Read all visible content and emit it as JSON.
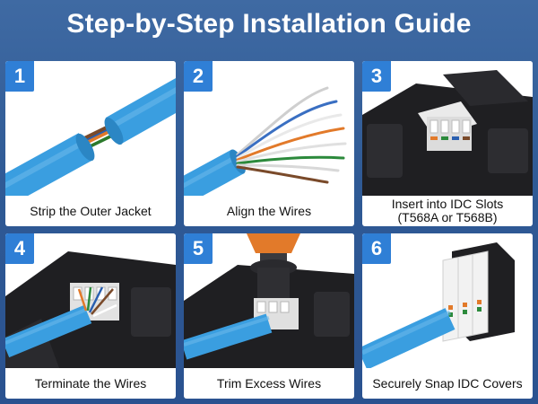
{
  "title": "Step-by-Step Installation Guide",
  "colors": {
    "background": "#2f5a95",
    "badge": "#2f7fd6",
    "cable": "#3a9ee0"
  },
  "steps": [
    {
      "number": "1",
      "caption": "Strip the Outer Jacket",
      "caption_line2": ""
    },
    {
      "number": "2",
      "caption": "Align the Wires",
      "caption_line2": ""
    },
    {
      "number": "3",
      "caption": "Insert into IDC Slots",
      "caption_line2": "(T568A or T568B)"
    },
    {
      "number": "4",
      "caption": "Terminate the Wires",
      "caption_line2": ""
    },
    {
      "number": "5",
      "caption": "Trim Excess Wires",
      "caption_line2": ""
    },
    {
      "number": "6",
      "caption": "Securely Snap IDC Covers",
      "caption_line2": ""
    }
  ]
}
